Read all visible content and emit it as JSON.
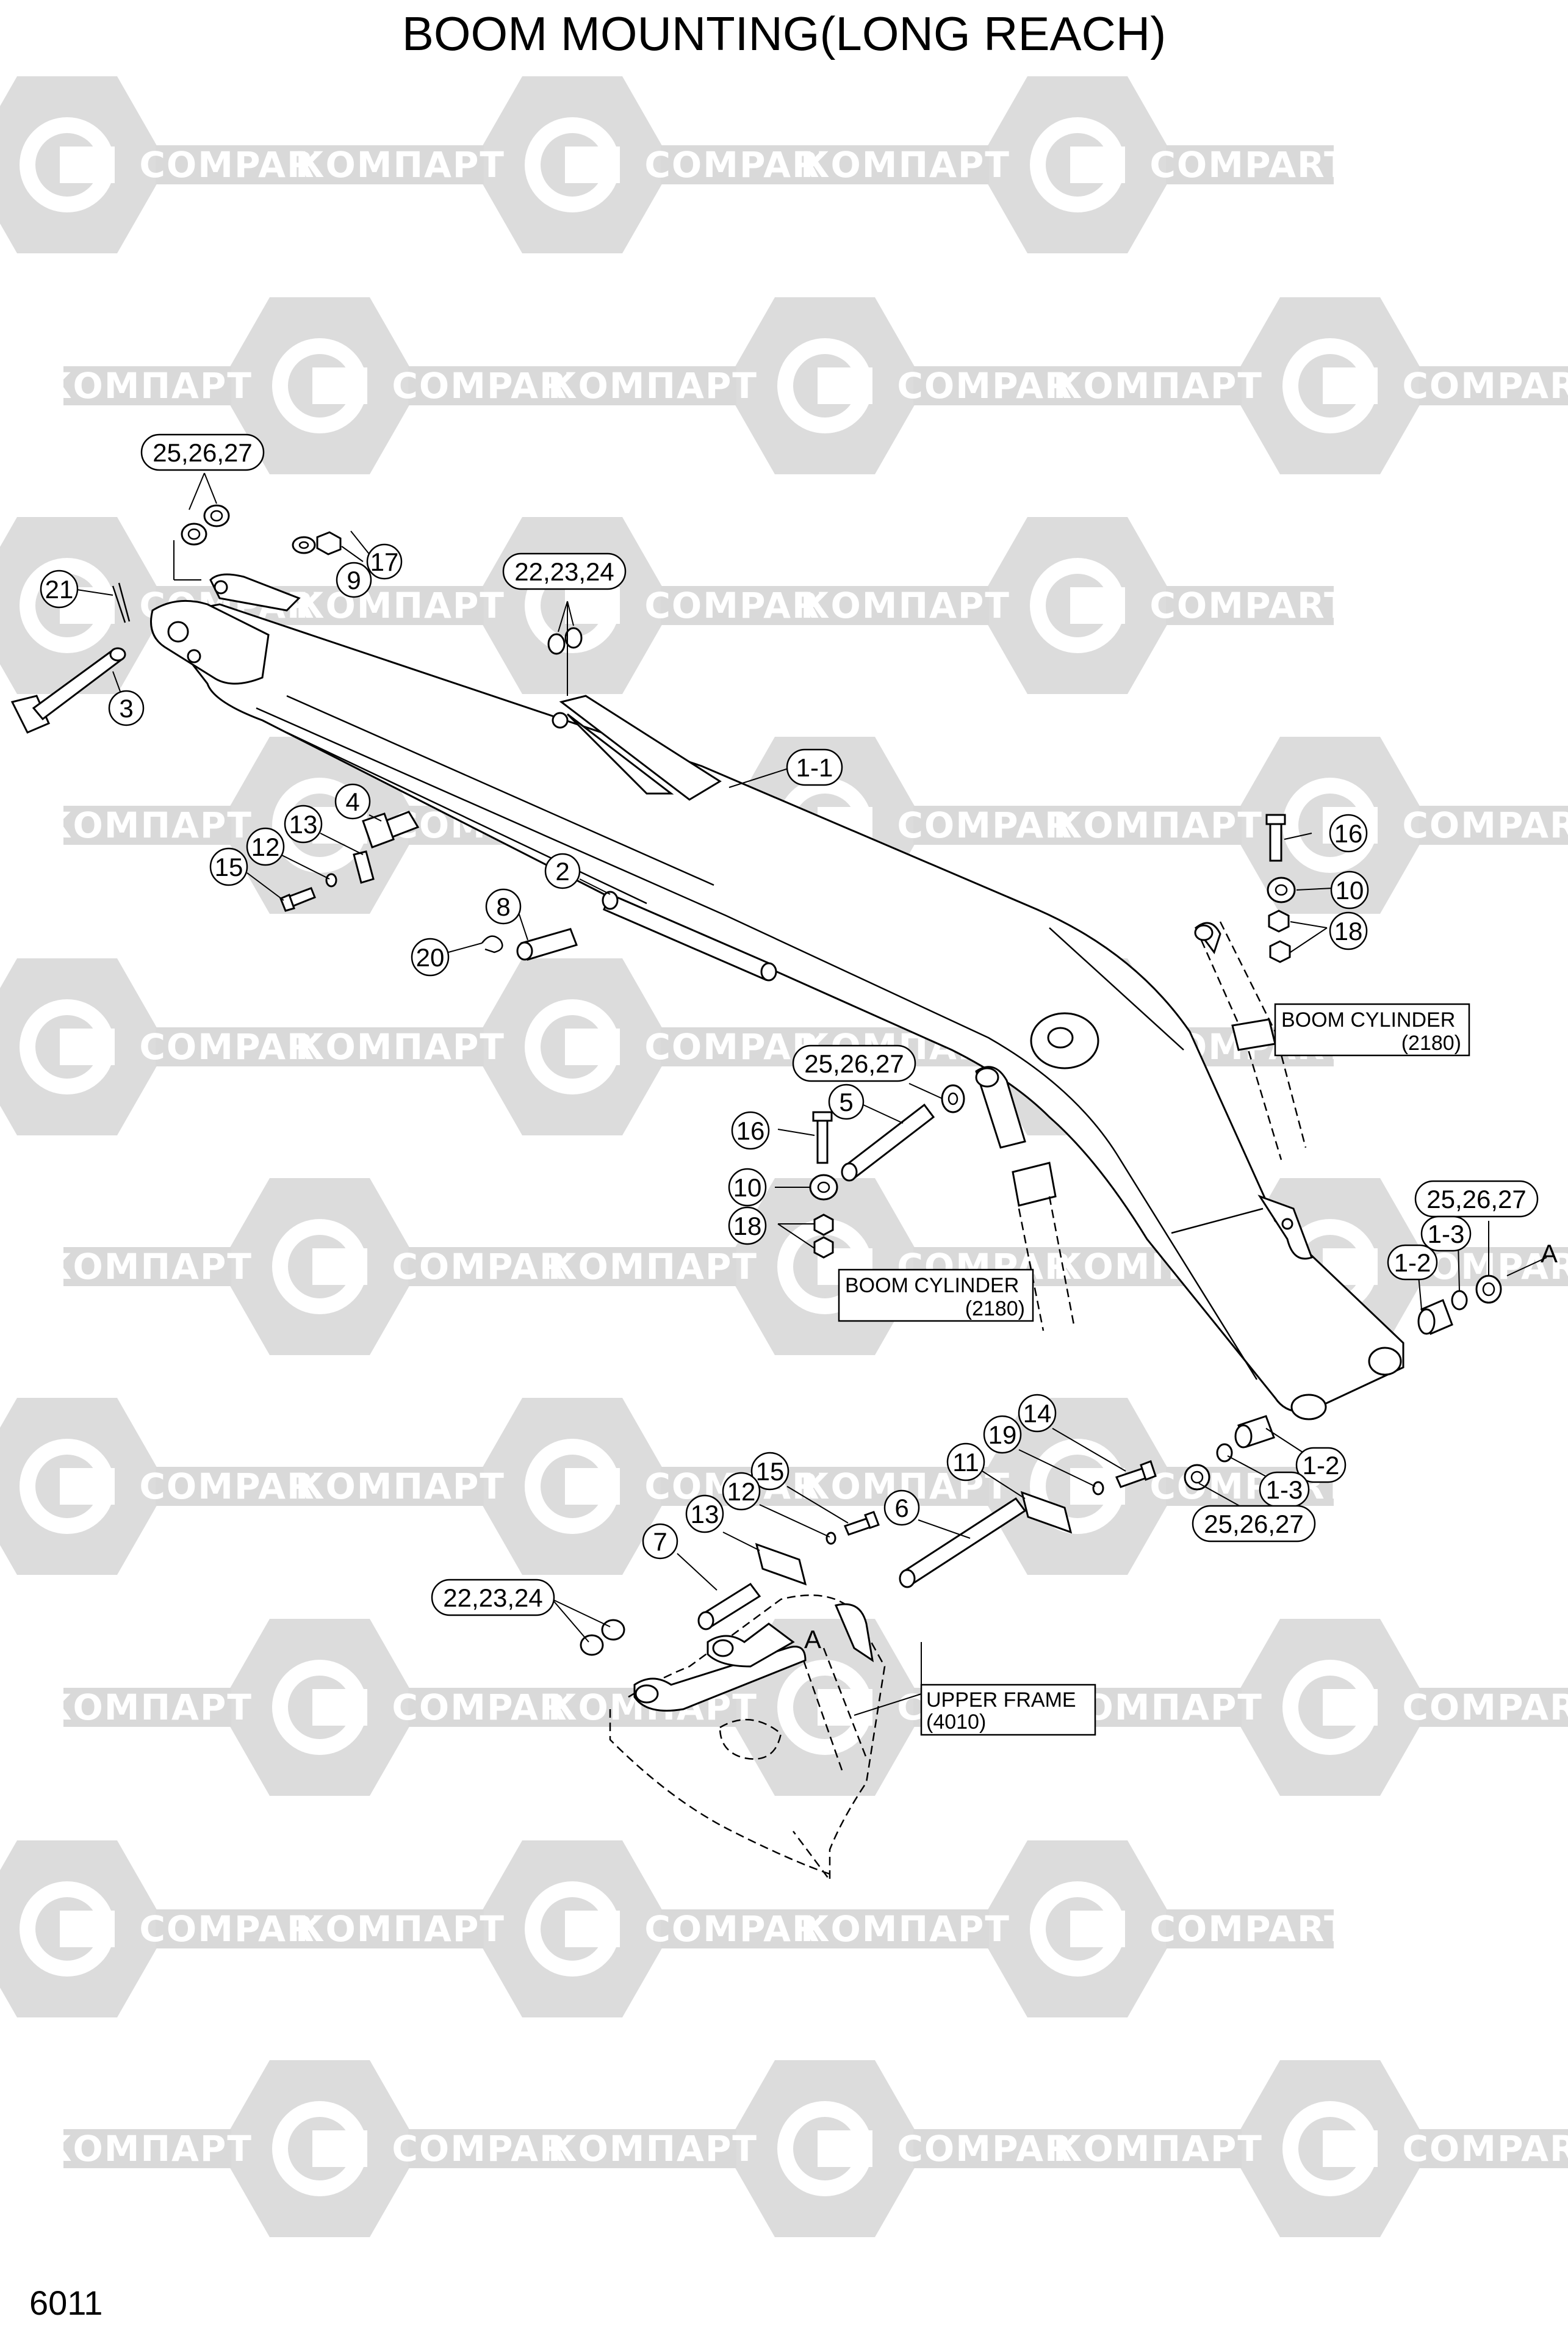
{
  "title": "BOOM MOUNTING(LONG REACH)",
  "page_number": "6011",
  "watermark": {
    "text_cyrillic": "КОМПАРТ",
    "text_latin": "COMPART",
    "color": "#d9d9d9"
  },
  "callouts": [
    {
      "label": "25,26,27"
    },
    {
      "label": "9"
    },
    {
      "label": "17"
    },
    {
      "label": "21"
    },
    {
      "label": "3"
    },
    {
      "label": "22,23,24"
    },
    {
      "label": "1-1"
    },
    {
      "label": "4"
    },
    {
      "label": "13"
    },
    {
      "label": "12"
    },
    {
      "label": "15"
    },
    {
      "label": "2"
    },
    {
      "label": "8"
    },
    {
      "label": "20"
    },
    {
      "label": "16"
    },
    {
      "label": "10"
    },
    {
      "label": "18"
    },
    {
      "label": "25,26,27"
    },
    {
      "label": "5"
    },
    {
      "label": "16"
    },
    {
      "label": "10"
    },
    {
      "label": "18"
    },
    {
      "label": "25,26,27"
    },
    {
      "label": "1-3"
    },
    {
      "label": "1-2"
    },
    {
      "label": "14"
    },
    {
      "label": "19"
    },
    {
      "label": "11"
    },
    {
      "label": "15"
    },
    {
      "label": "12"
    },
    {
      "label": "6"
    },
    {
      "label": "13"
    },
    {
      "label": "7"
    },
    {
      "label": "1-2"
    },
    {
      "label": "1-3"
    },
    {
      "label": "25,26,27"
    },
    {
      "label": "22,23,24"
    }
  ],
  "letters": [
    {
      "text": "A"
    },
    {
      "text": "A"
    }
  ],
  "references": [
    {
      "name": "BOOM CYLINDER",
      "code": "(2180)"
    },
    {
      "name": "BOOM CYLINDER",
      "code": "(2180)"
    },
    {
      "name": "UPPER FRAME",
      "code": "(4010)"
    }
  ]
}
